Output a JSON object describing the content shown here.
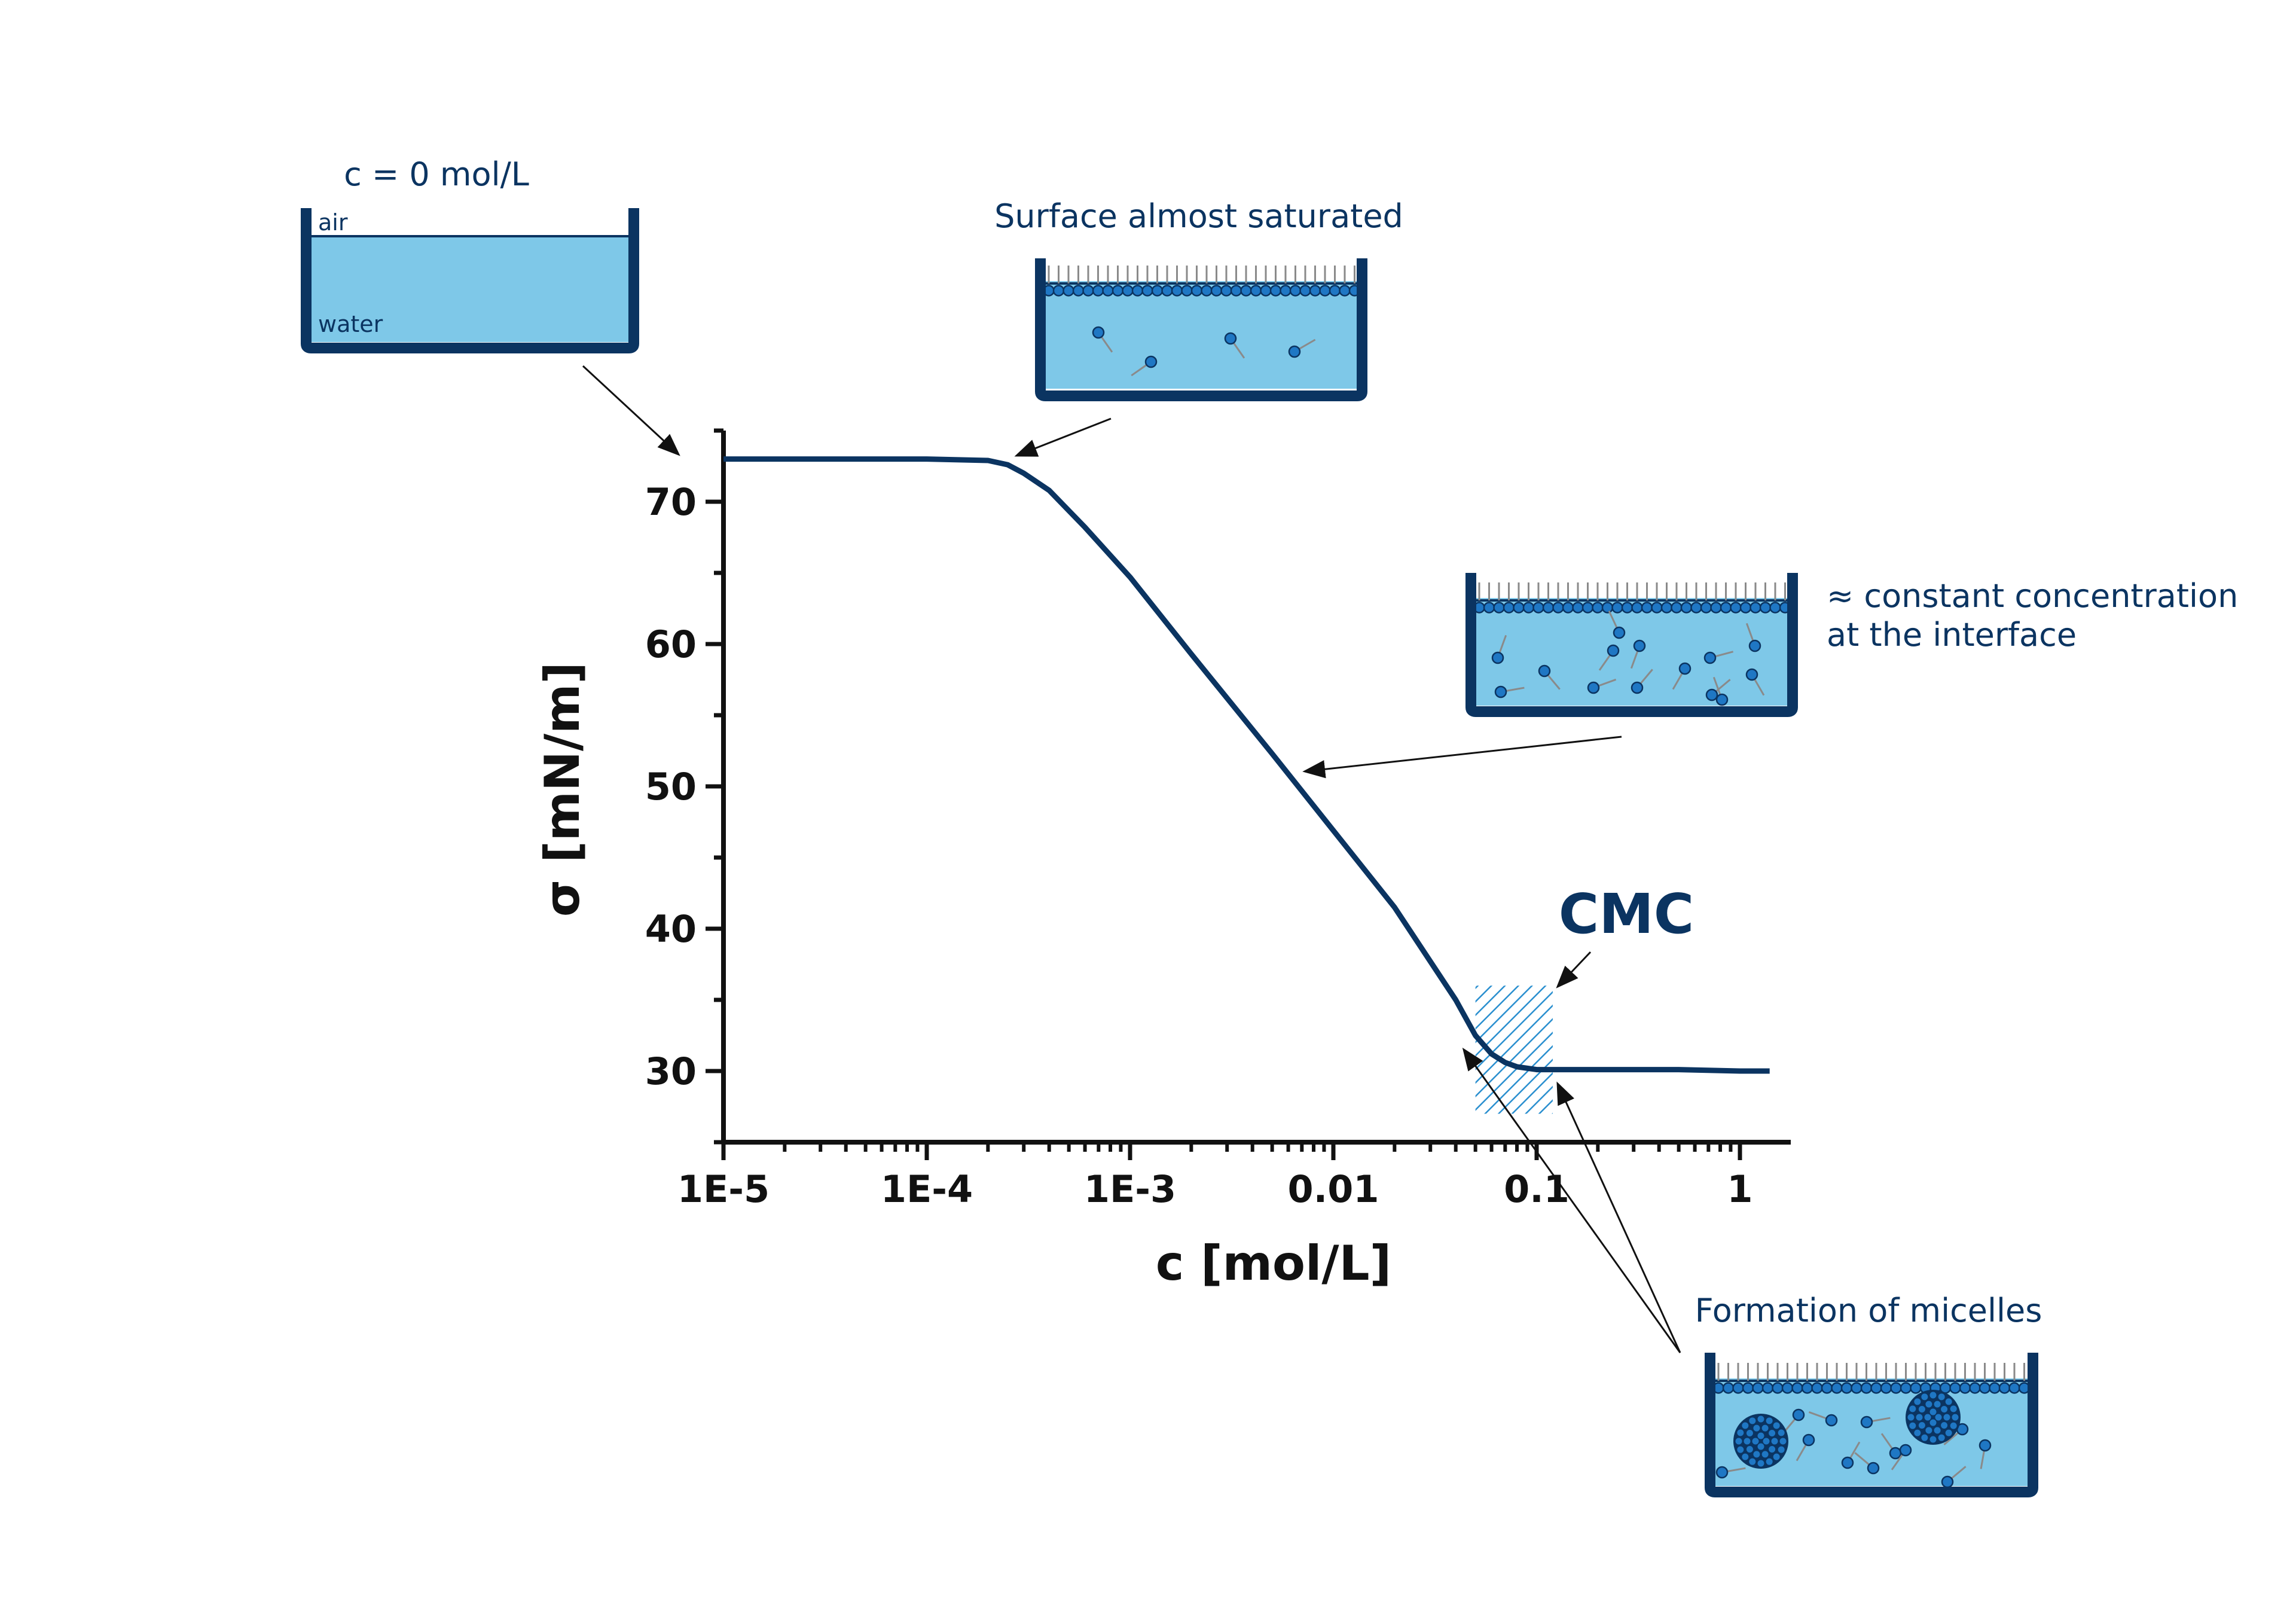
{
  "chart_data": {
    "type": "line",
    "xlabel": "c [mol/L]",
    "ylabel": "σ [mN/m]",
    "x_scale": "log",
    "xlim": [
      1e-05,
      1.6
    ],
    "ylim": [
      25,
      75
    ],
    "x_ticks": [
      "1E-5",
      "1E-4",
      "1E-3",
      "0.01",
      "0.1",
      "1"
    ],
    "y_ticks": [
      "30",
      "40",
      "50",
      "60",
      "70"
    ],
    "grid": false,
    "series": [
      {
        "x": [
          1e-05,
          3e-05,
          0.0001,
          0.0002,
          0.00025,
          0.0003,
          0.0004,
          0.0006,
          0.001,
          0.002,
          0.005,
          0.01,
          0.02,
          0.04,
          0.05,
          0.06,
          0.07,
          0.08,
          0.1,
          0.2,
          0.5,
          1.0,
          1.4
        ],
        "y": [
          73.0,
          73.0,
          73.0,
          72.9,
          72.6,
          72.0,
          70.8,
          68.2,
          64.7,
          59.3,
          52.3,
          46.9,
          41.5,
          35.0,
          32.5,
          31.2,
          30.6,
          30.3,
          30.1,
          30.1,
          30.1,
          30.0,
          30.0
        ],
        "color": "#0b3461"
      }
    ],
    "cmc_region": {
      "x_from": 0.05,
      "x_to": 0.12,
      "y_from": 27,
      "y_to": 36,
      "color": "#2a8fcf"
    },
    "annotations": {
      "c0": "c = 0 mol/L",
      "air": "air",
      "water": "water",
      "saturated": "Surface almost saturated",
      "constant_line1": "≈ constant concentration",
      "constant_line2": "at the interface",
      "cmc": "CMC",
      "micelles": "Formation of micelles"
    },
    "colors": {
      "curve": "#0b3461",
      "water": "#7ec8e8",
      "beaker": "#0b3461",
      "molecule_head": "#1f77c4",
      "text": "#0b3461"
    }
  }
}
